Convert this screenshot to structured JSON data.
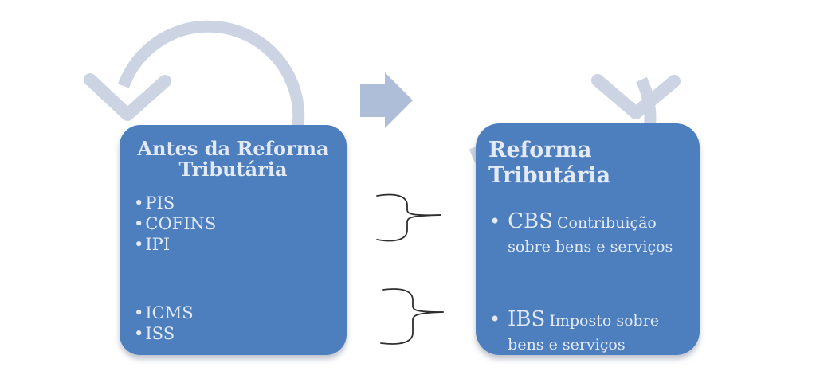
{
  "before_box": {
    "title_line1": "Antes da Reforma",
    "title_line2": "Tributária",
    "taxes_federal": [
      "PIS",
      "COFINS",
      "IPI"
    ],
    "taxes_state_municipal": [
      "ICMS",
      "ISS"
    ]
  },
  "after_box": {
    "title_line1": "Reforma",
    "title_line2": "Tributária",
    "items": [
      {
        "acronym": "CBS",
        "description": "Contribuição sobre bens e serviços"
      },
      {
        "acronym": "IBS",
        "description": "Imposto sobre bens e serviços"
      }
    ]
  },
  "bullet": "•",
  "icons": {
    "left_loop": "circular-arrow-left-icon",
    "right_loop": "circular-arrow-right-icon",
    "transition": "right-block-arrow-icon",
    "grouping_top": "curly-brace-top-icon",
    "grouping_bottom": "curly-brace-bottom-icon"
  },
  "colors": {
    "box_fill": "#4d7ebd",
    "box_text": "#e3eaf6",
    "arc": "#ccd4e4",
    "block_arrow": "#aebdd8",
    "brace": "#2f2f2f",
    "background": "#ffffff"
  }
}
